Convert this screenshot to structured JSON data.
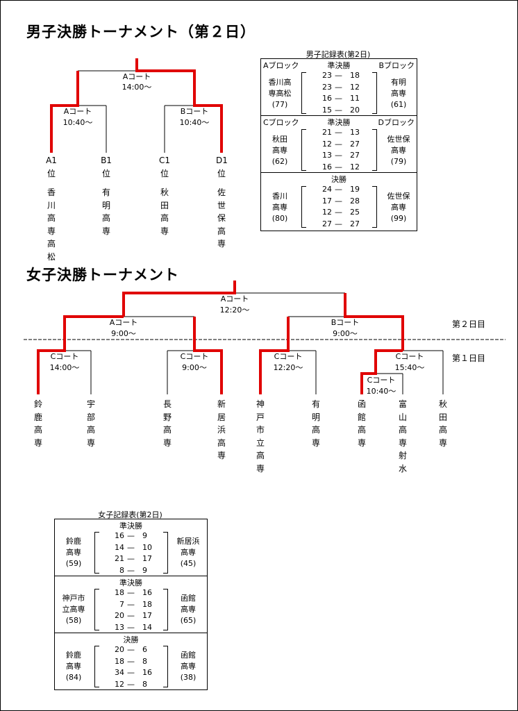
{
  "men": {
    "title": "男子決勝トーナメント（第２日）",
    "final_court": "Aコート",
    "final_time": "14:00〜",
    "semi_left_court": "Aコート",
    "semi_left_time": "10:40〜",
    "semi_right_court": "Bコート",
    "semi_right_time": "10:40〜",
    "seeds": [
      {
        "seed": "A1位",
        "name": "香川高専高松"
      },
      {
        "seed": "B1位",
        "name": "有明高専"
      },
      {
        "seed": "C1位",
        "name": "秋田高専"
      },
      {
        "seed": "D1位",
        "name": "佐世保高専"
      }
    ],
    "record": {
      "caption": "男子記録表(第2日)",
      "sections": [
        {
          "left_block": "Aブロック",
          "stage": "準決勝",
          "right_block": "Bブロック",
          "left_team": [
            "香川高",
            "専高松"
          ],
          "left_total": "(77)",
          "right_team": [
            "有明",
            "高専"
          ],
          "right_total": "(61)",
          "periods": [
            [
              "23",
              "18"
            ],
            [
              "23",
              "12"
            ],
            [
              "16",
              "11"
            ],
            [
              "15",
              "20"
            ]
          ]
        },
        {
          "left_block": "Cブロック",
          "stage": "準決勝",
          "right_block": "Dブロック",
          "left_team": [
            "秋田",
            "高専"
          ],
          "left_total": "(62)",
          "right_team": [
            "佐世保",
            "高専"
          ],
          "right_total": "(79)",
          "periods": [
            [
              "21",
              "13"
            ],
            [
              "12",
              "27"
            ],
            [
              "13",
              "27"
            ],
            [
              "16",
              "12"
            ]
          ]
        },
        {
          "left_block": "",
          "stage": "決勝",
          "right_block": "",
          "left_team": [
            "香川",
            "高専"
          ],
          "left_total": "(80)",
          "right_team": [
            "佐世保",
            "高専"
          ],
          "right_total": "(99)",
          "periods": [
            [
              "24",
              "19"
            ],
            [
              "17",
              "28"
            ],
            [
              "12",
              "25"
            ],
            [
              "27",
              "27"
            ]
          ]
        }
      ]
    }
  },
  "women": {
    "title": "女子決勝トーナメント",
    "final_court": "Aコート",
    "final_time": "12:20〜",
    "semi_left_court": "Aコート",
    "semi_left_time": "9:00〜",
    "semi_right_court": "Bコート",
    "semi_right_time": "9:00〜",
    "day2_label": "第２日目",
    "day1_label": "第１日目",
    "qf": [
      {
        "court": "Cコート",
        "time": "14:00〜"
      },
      {
        "court": "Cコート",
        "time": "9:00〜"
      },
      {
        "court": "Cコート",
        "time": "12:20〜"
      },
      {
        "court": "Cコート",
        "time": "15:40〜"
      }
    ],
    "r1": {
      "court": "Cコート",
      "time": "10:40〜"
    },
    "teams": [
      "鈴鹿高専",
      "宇部高専",
      "長野高専",
      "新居浜高専",
      "神戸市立高専",
      "有明高専",
      "函館高専",
      "富山高専射水",
      "秋田高専"
    ],
    "record": {
      "caption": "女子記録表(第2日)",
      "sections": [
        {
          "stage": "準決勝",
          "left_team": [
            "鈴鹿",
            "高専"
          ],
          "left_total": "(59)",
          "right_team": [
            "新居浜",
            "高専"
          ],
          "right_total": "(45)",
          "periods": [
            [
              "16",
              "9"
            ],
            [
              "14",
              "10"
            ],
            [
              "21",
              "17"
            ],
            [
              "8",
              "9"
            ]
          ]
        },
        {
          "stage": "準決勝",
          "left_team": [
            "神戸市",
            "立高専"
          ],
          "left_total": "(58)",
          "right_team": [
            "函館",
            "高専"
          ],
          "right_total": "(65)",
          "periods": [
            [
              "18",
              "16"
            ],
            [
              "7",
              "18"
            ],
            [
              "20",
              "17"
            ],
            [
              "13",
              "14"
            ]
          ]
        },
        {
          "stage": "決勝",
          "left_team": [
            "鈴鹿",
            "高専"
          ],
          "left_total": "(84)",
          "right_team": [
            "函館",
            "高専"
          ],
          "right_total": "(38)",
          "periods": [
            [
              "20",
              "6"
            ],
            [
              "18",
              "8"
            ],
            [
              "34",
              "16"
            ],
            [
              "12",
              "8"
            ]
          ]
        }
      ]
    }
  }
}
